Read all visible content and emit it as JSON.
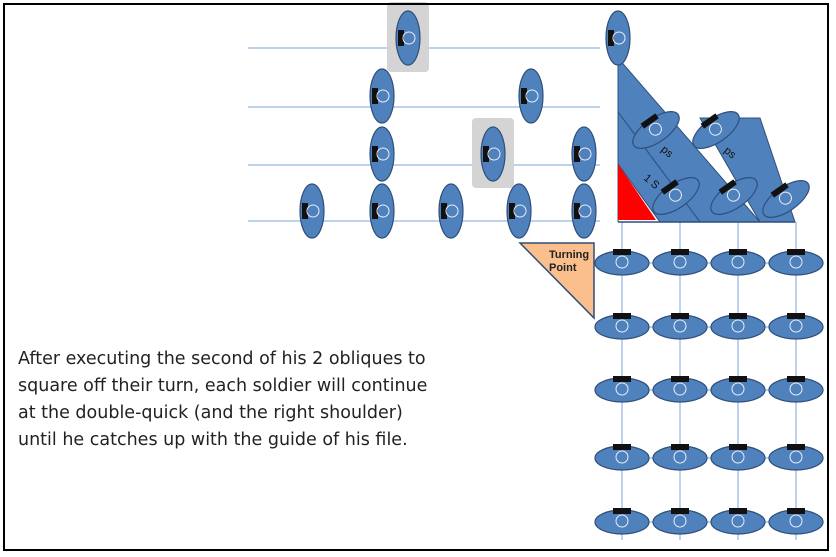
{
  "caption": {
    "lines": [
      "After executing the second of his 2 obliques  to",
      "square off their turn, each soldier will continue",
      "at the double-quick (and the right shoulder)",
      "until he catches up with the guide of his file."
    ]
  },
  "turning_point": {
    "line1": "Turning",
    "line2": "Point"
  },
  "colors": {
    "soldier_fill": "#4f81bd",
    "soldier_stroke": "#2f4f7a",
    "cap": "#111111",
    "highlight": "#d4d4d4",
    "line": "#7ea6d8",
    "triangle_red": "#ff0000",
    "turning_point_fill": "#fbbf8e",
    "band": "#4f81bd"
  },
  "step_labels": [
    "1 S",
    "ps",
    "ps"
  ]
}
